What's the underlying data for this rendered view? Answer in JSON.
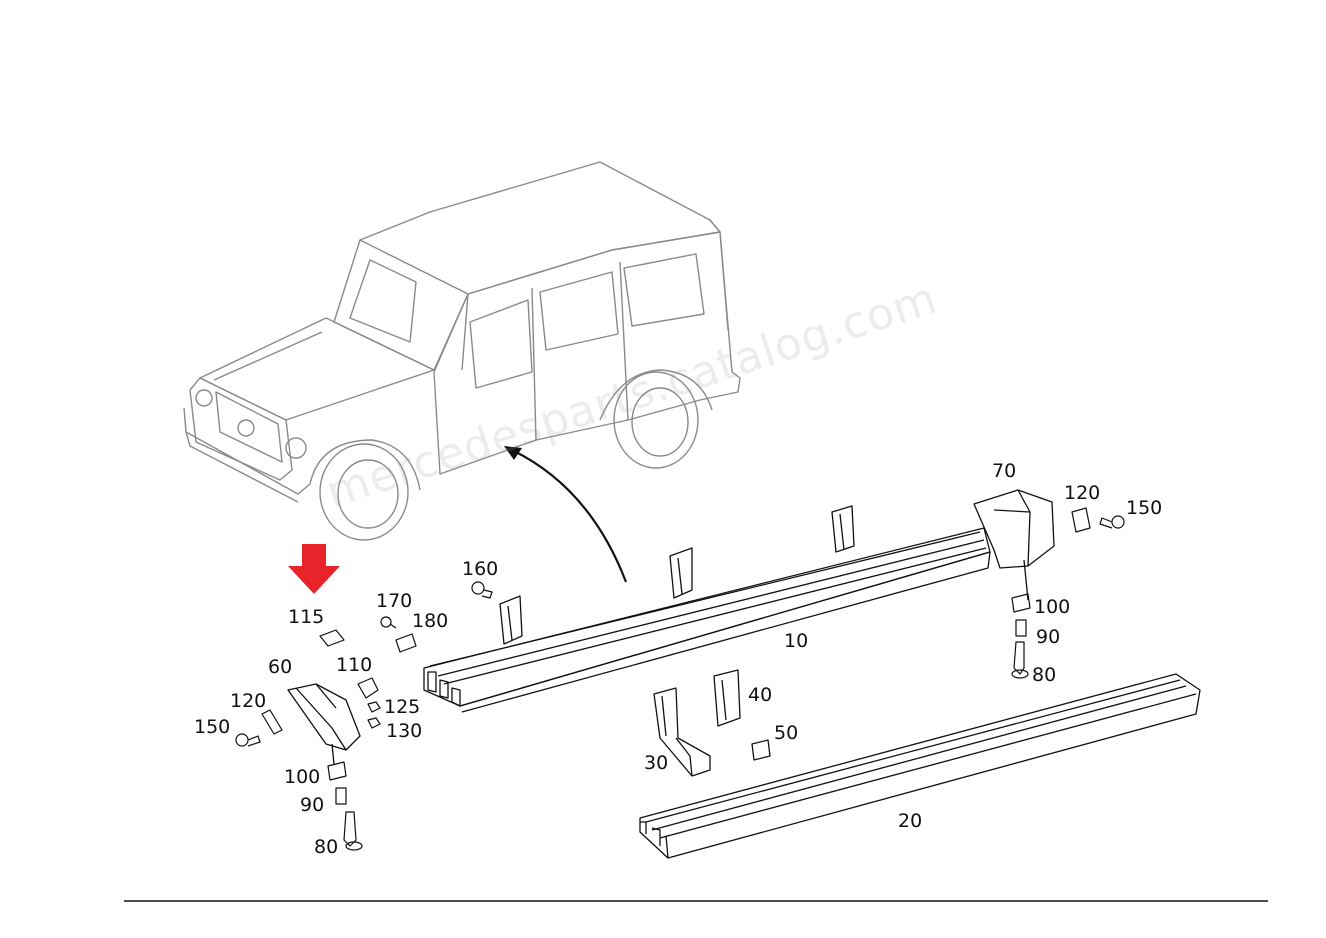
{
  "watermark": "mercedesparts.catalog.com",
  "callouts": {
    "c10": "10",
    "c20": "20",
    "c30": "30",
    "c40": "40",
    "c50": "50",
    "c60": "60",
    "c70": "70",
    "c80a": "80",
    "c80b": "80",
    "c90a": "90",
    "c90b": "90",
    "c100a": "100",
    "c100b": "100",
    "c110": "110",
    "c115": "115",
    "c120a": "120",
    "c120b": "120",
    "c125": "125",
    "c130": "130",
    "c150a": "150",
    "c150b": "150",
    "c160": "160",
    "c170": "170",
    "c180": "180"
  },
  "colors": {
    "highlight_arrow": "#e8232a",
    "line": "#1a1a1a",
    "vehicle": "#8a8a8a"
  }
}
